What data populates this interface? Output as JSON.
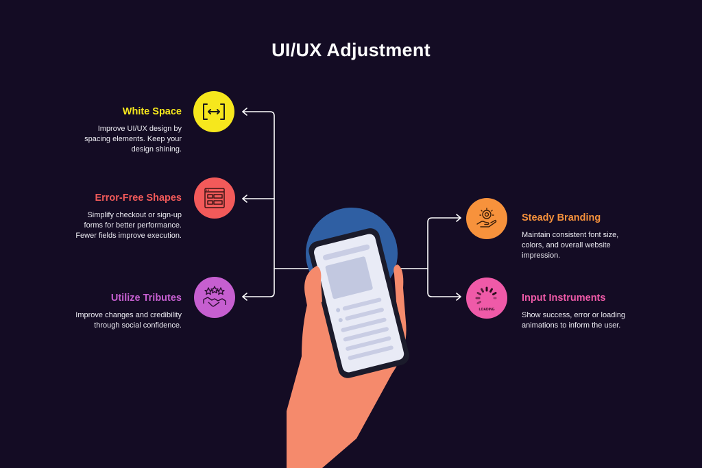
{
  "title": "UI/UX Adjustment",
  "items": [
    {
      "key": "white-space",
      "heading": "White Space",
      "description": "Improve UI/UX design by spacing elements. Keep your design shining.",
      "color": "#f6e71d"
    },
    {
      "key": "error-free-shapes",
      "heading": "Error-Free Shapes",
      "description": "Simplify checkout or sign-up forms for better performance. Fewer fields improve execution.",
      "color": "#f25a5a"
    },
    {
      "key": "utilize-tributes",
      "heading": "Utilize Tributes",
      "description": "Improve changes and credibility through social confidence.",
      "color": "#c65fd0"
    },
    {
      "key": "steady-branding",
      "heading": "Steady Branding",
      "description": "Maintain consistent font size, colors, and overall website impression.",
      "color": "#f7923c"
    },
    {
      "key": "input-instruments",
      "heading": "Input Instruments",
      "description": "Show success, error or loading animations to inform the user.",
      "color": "#ef5aa8"
    }
  ],
  "icons": {
    "white_space": "horizontal-spacing-icon",
    "error_free_shapes": "web-form-icon",
    "utilize_tributes": "handshake-stars-icon",
    "steady_branding": "hand-award-icon",
    "input_instruments": "loading-spinner-icon",
    "loading_label": "LOADING"
  }
}
